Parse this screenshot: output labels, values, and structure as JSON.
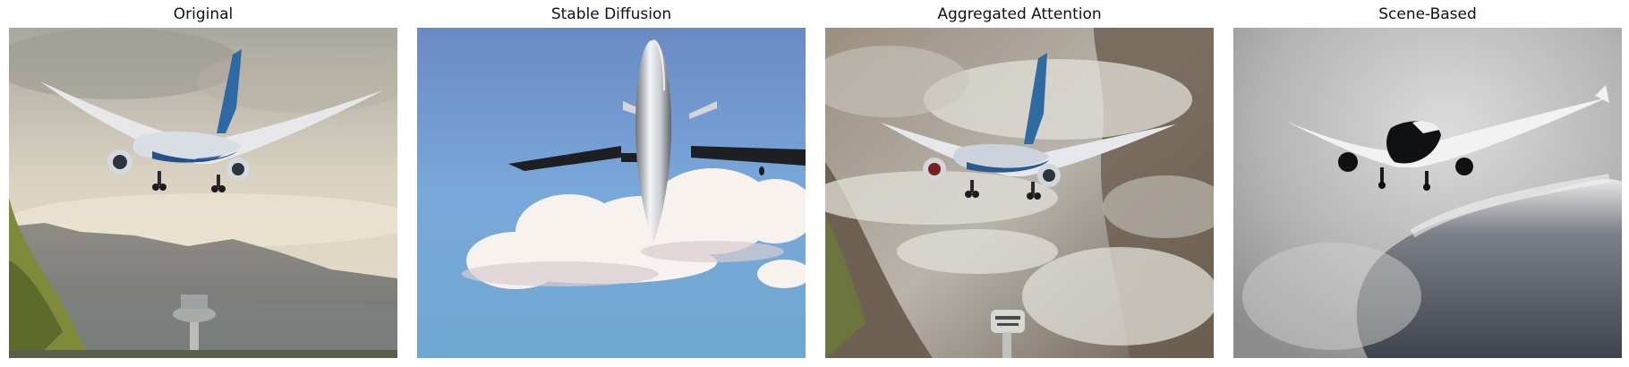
{
  "panels": [
    {
      "title": "Original"
    },
    {
      "title": "Stable Diffusion"
    },
    {
      "title": "Aggregated Attention"
    },
    {
      "title": "Scene-Based"
    }
  ]
}
